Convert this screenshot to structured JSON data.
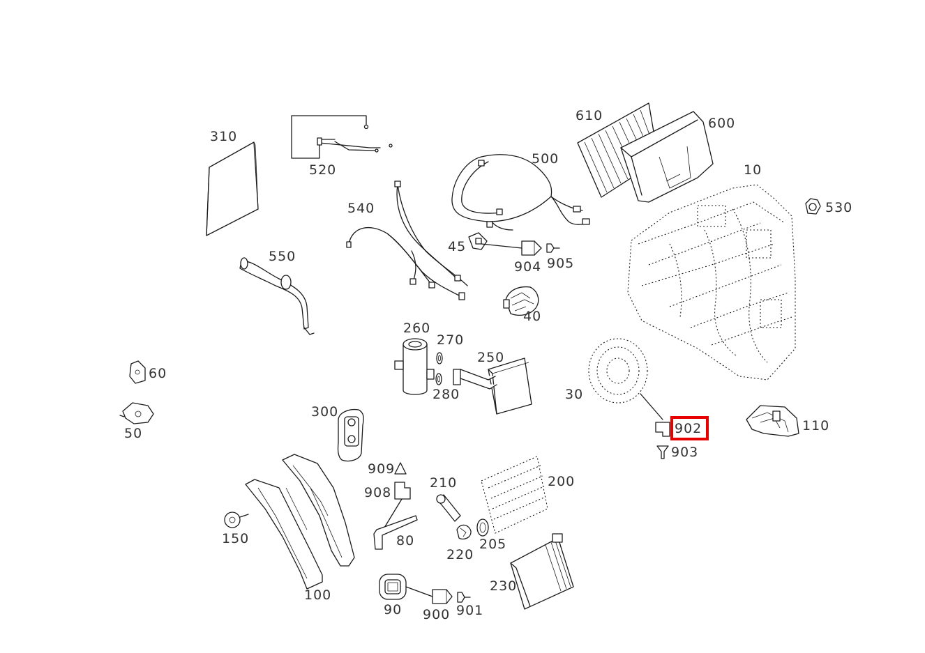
{
  "highlight": {
    "part": "902",
    "color": "#e60000"
  },
  "labels": {
    "l10": "10",
    "l30": "30",
    "l40": "40",
    "l45": "45",
    "l50": "50",
    "l60": "60",
    "l80": "80",
    "l90": "90",
    "l100": "100",
    "l110": "110",
    "l150": "150",
    "l200": "200",
    "l205": "205",
    "l210": "210",
    "l220": "220",
    "l230": "230",
    "l250": "250",
    "l260": "260",
    "l270": "270",
    "l280": "280",
    "l300": "300",
    "l310": "310",
    "l500": "500",
    "l520": "520",
    "l530": "530",
    "l540": "540",
    "l550": "550",
    "l600": "600",
    "l610": "610",
    "l900": "900",
    "l901": "901",
    "l902": "902",
    "l903": "903",
    "l904": "904",
    "l905": "905",
    "l908": "908",
    "l909": "909"
  }
}
